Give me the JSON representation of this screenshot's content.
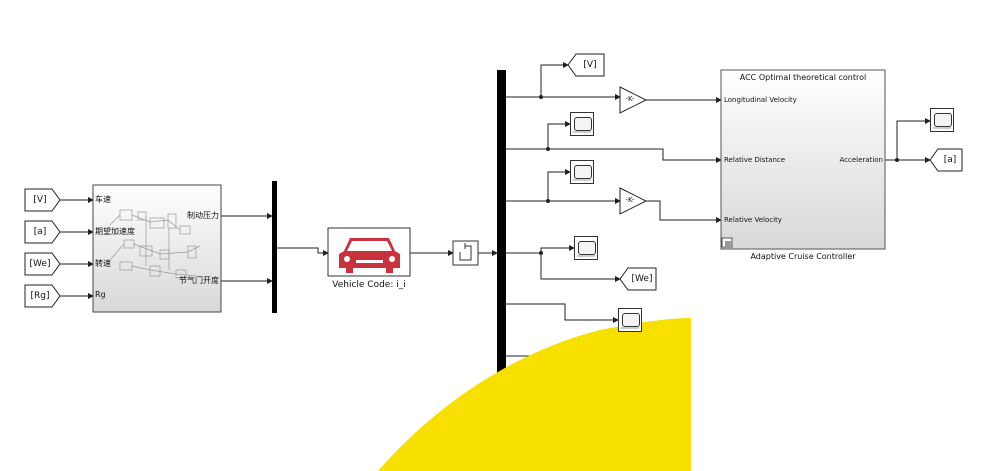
{
  "from_tags": [
    "[V]",
    "[a]",
    "[We]",
    "[Rg]"
  ],
  "subsystem1": {
    "inputs": [
      "车速",
      "期望加速度",
      "转速",
      "Rg"
    ],
    "outputs": [
      "制动压力",
      "节气门开度"
    ]
  },
  "vehicle_block": {
    "label": "Vehicle Code: i_i"
  },
  "goto_tags": {
    "v": "[V]",
    "we": "[We]",
    "a": "[a]"
  },
  "gain_label": "-K-",
  "acc_block": {
    "title": "ACC Optimal theoretical control",
    "inputs": [
      "Longitudinal Velocity",
      "Relative Distance",
      "Relative Velocity"
    ],
    "output": "Acceleration",
    "caption": "Adaptive Cruise Controller"
  },
  "colors": {
    "line": "#222222",
    "car": "#c8323c",
    "sun": "#f7e000"
  }
}
